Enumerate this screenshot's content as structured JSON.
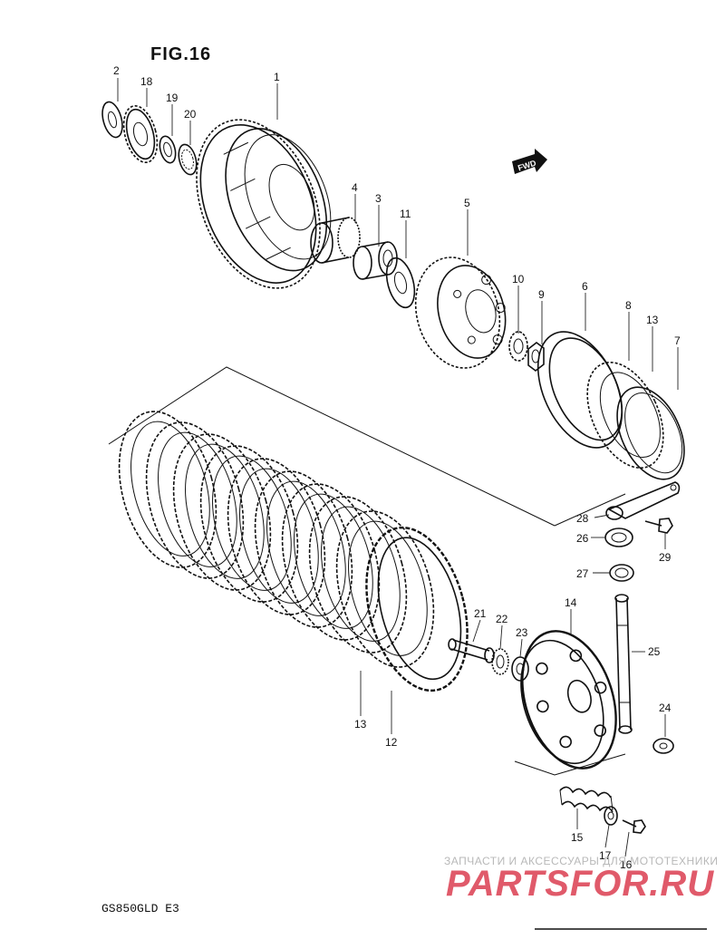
{
  "figure": {
    "title": "FIG.16",
    "model": "GS850GLD  E3"
  },
  "fwd_label": "FWD",
  "watermark": {
    "top_line": "ЗАПЧАСТИ И АКСЕССУАРЫ ДЛЯ МОТОТЕХНИКИ",
    "brand": "PARTSFOR.RU",
    "brand_color": "#e05a6a"
  },
  "callouts": {
    "n1": "1",
    "n2": "2",
    "n3": "3",
    "n4": "4",
    "n5": "5",
    "n6": "6",
    "n7": "7",
    "n8": "8",
    "n9": "9",
    "n10": "10",
    "n11": "11",
    "n12": "12",
    "n13a": "13",
    "n13b": "13",
    "n14": "14",
    "n15": "15",
    "n16": "16",
    "n17": "17",
    "n18": "18",
    "n19": "19",
    "n20": "20",
    "n21": "21",
    "n22": "22",
    "n23": "23",
    "n24": "24",
    "n25": "25",
    "n26": "26",
    "n27": "27",
    "n28": "28",
    "n29": "29"
  }
}
